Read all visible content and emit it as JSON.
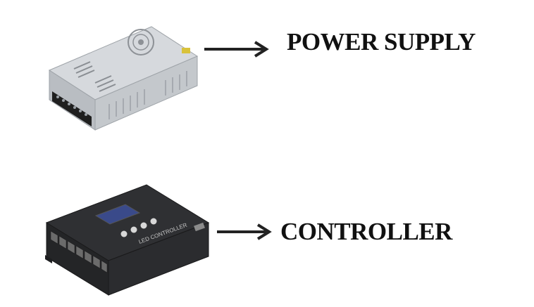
{
  "items": [
    {
      "name": "power-supply",
      "label": "POWER SUPPLY",
      "icon": "power-supply-unit-image",
      "colors": {
        "body": "#c9ccd0",
        "terminal": "#1f1f1f",
        "accent": "#d9c23a"
      }
    },
    {
      "name": "controller",
      "label": "CONTROLLER",
      "device_text": "LED CONTROLLER",
      "icon": "led-controller-image",
      "colors": {
        "body": "#2a2b2d",
        "screen": "#3a4a8a",
        "ports": "#6b6b6b"
      }
    }
  ],
  "arrow_color": "#222222"
}
